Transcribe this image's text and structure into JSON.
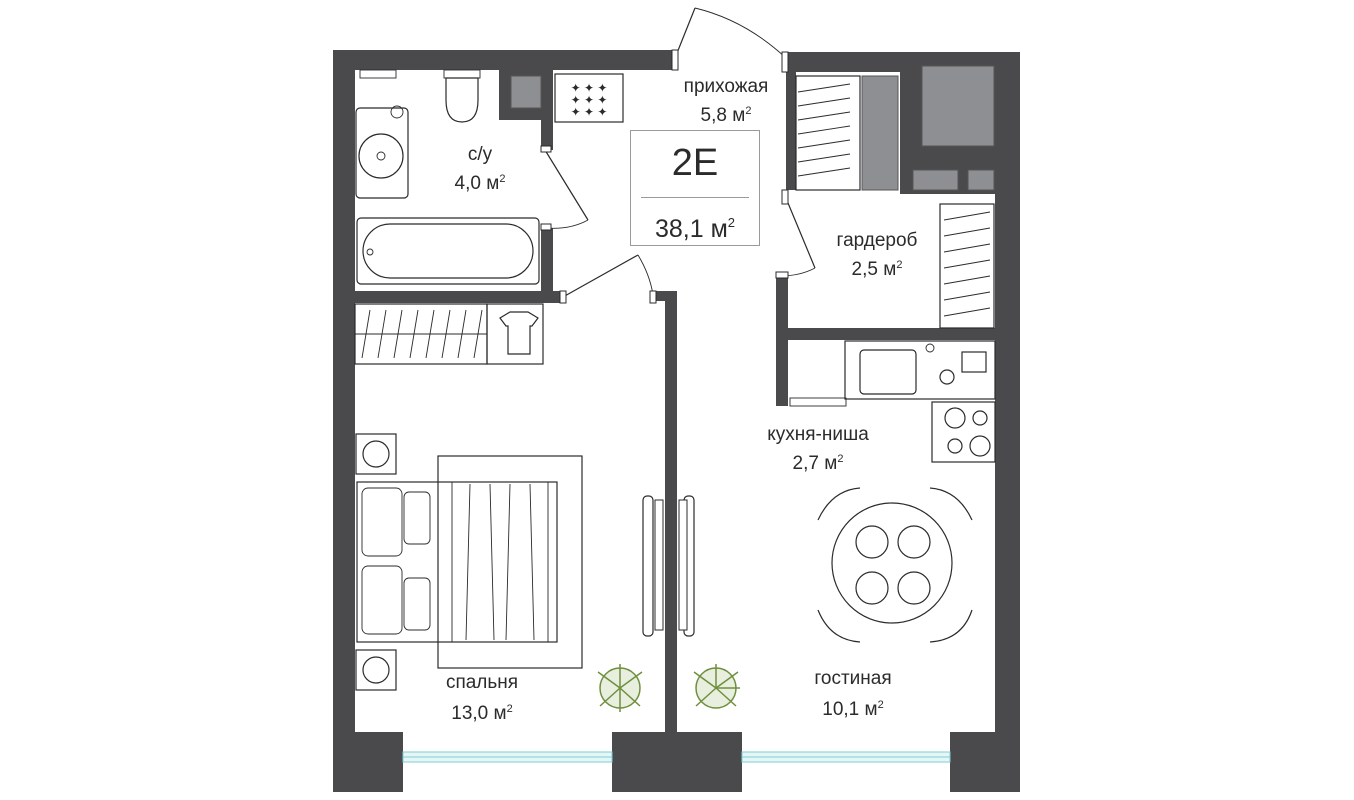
{
  "apartment": {
    "code": "2E",
    "area_value": "38,1 м",
    "area_sup": "2"
  },
  "rooms": {
    "hallway": {
      "name": "прихожая",
      "area": "5,8 м",
      "sup": "2"
    },
    "bathroom": {
      "name": "с/у",
      "area": "4,0 м",
      "sup": "2"
    },
    "wardrobe": {
      "name": "гардероб",
      "area": "2,5 м",
      "sup": "2"
    },
    "kitchen": {
      "name": "кухня-ниша",
      "area": "2,7 м",
      "sup": "2"
    },
    "bedroom": {
      "name": "спальня",
      "area": "13,0 м",
      "sup": "2"
    },
    "living": {
      "name": "гостиная",
      "area": "10,1 м",
      "sup": "2"
    }
  },
  "colors": {
    "wall": "#4a4a4c",
    "window_fill": "#e6f6f7",
    "window_stroke": "#7ecfd4",
    "furniture_stroke": "#2b2b2b",
    "plant_green": "#6f8f3e"
  }
}
